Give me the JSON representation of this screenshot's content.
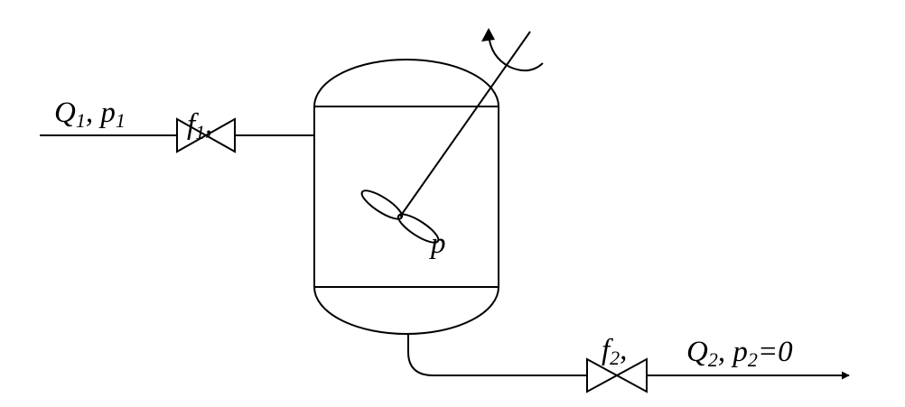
{
  "inlet": {
    "q": "Q",
    "q_sub": "1",
    "sep": ", ",
    "p": "p",
    "p_sub": "1"
  },
  "valve1": {
    "f": "f",
    "sub": "1",
    "suffix": ","
  },
  "tank": {
    "pressure": "p"
  },
  "valve2": {
    "f": "f",
    "sub": "2",
    "suffix": ","
  },
  "outlet": {
    "q": "Q",
    "q_sub": "2",
    "sep": ", ",
    "p": "p",
    "p_sub": "2",
    "suffix": "=0"
  },
  "colors": {
    "line": "#000000",
    "background": "#ffffff"
  }
}
